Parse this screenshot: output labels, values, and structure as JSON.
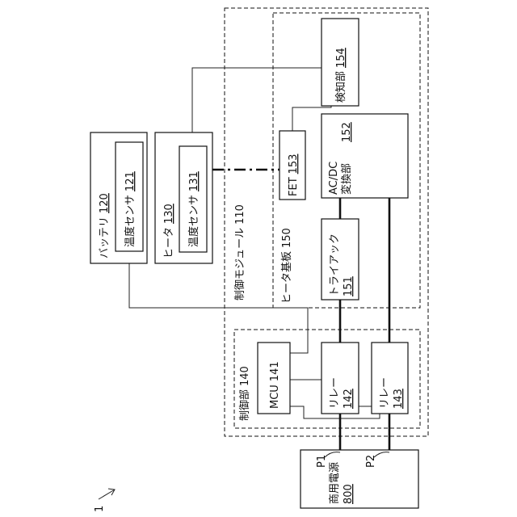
{
  "figure_ref": "1",
  "control_module": {
    "name": "制御モジュール",
    "num": "110"
  },
  "heater_board": {
    "name": "ヒータ基板",
    "num": "150"
  },
  "detector": {
    "name": "検知部",
    "num": "154"
  },
  "acdc": {
    "line1": "AC/DC",
    "line2": "変換部",
    "num": "152"
  },
  "fet": {
    "name": "FET",
    "num": "153"
  },
  "triac": {
    "name": "トライアック",
    "num": "151"
  },
  "control_unit": {
    "name": "制御部",
    "num": "140"
  },
  "mcu": {
    "name": "MCU",
    "num": "141"
  },
  "relay1": {
    "name": "リレー",
    "num": "142"
  },
  "relay2": {
    "name": "リレー",
    "num": "143"
  },
  "battery": {
    "name": "バッテリ",
    "num": "120"
  },
  "battery_sensor": {
    "name": "温度センサ",
    "num": "121"
  },
  "heater": {
    "name": "ヒータ",
    "num": "130"
  },
  "heater_sensor": {
    "name": "温度センサ",
    "num": "131"
  },
  "power": {
    "line1": "商用電源",
    "num": "800",
    "p1": "P1",
    "p2": "P2"
  }
}
